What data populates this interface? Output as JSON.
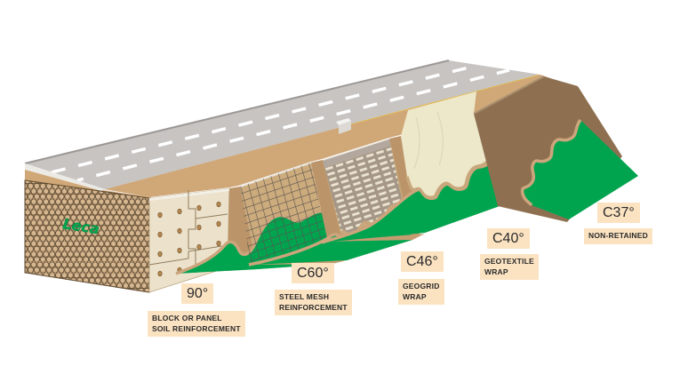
{
  "illustration": {
    "title_implied": "",
    "brand_logo": "Leca",
    "sections": [
      {
        "id": "block-panel",
        "angle": "90°",
        "desc_line1": "BLOCK OR PANEL",
        "desc_line2": "SOIL REINFORCEMENT"
      },
      {
        "id": "steel-mesh",
        "angle": "C60°",
        "desc_line1": "STEEL MESH",
        "desc_line2": "REINFORCEMENT"
      },
      {
        "id": "geogrid",
        "angle": "C46°",
        "desc_line1": "GEOGRID",
        "desc_line2": "WRAP"
      },
      {
        "id": "geotextile",
        "angle": "C40°",
        "desc_line1": "GEOTEXTILE",
        "desc_line2": "WRAP"
      },
      {
        "id": "non-retained",
        "angle": "C37°",
        "desc_line1": "NON-RETAINED",
        "desc_line2": ""
      }
    ],
    "colors": {
      "label_bg": "#fbe3c2",
      "label_text": "#2a2a2a",
      "grass_green": "#00a44f",
      "leca_green": "#00a651",
      "road_gray": "#c7c4c2",
      "lane_dash": "#ffffff",
      "yellow_line": "#f2c330",
      "shoulder_tan": "#d0a777",
      "soil_brown": "#8e7051",
      "fabric_cream": "#eee8cb",
      "panel_cream": "#ece2cc"
    }
  }
}
